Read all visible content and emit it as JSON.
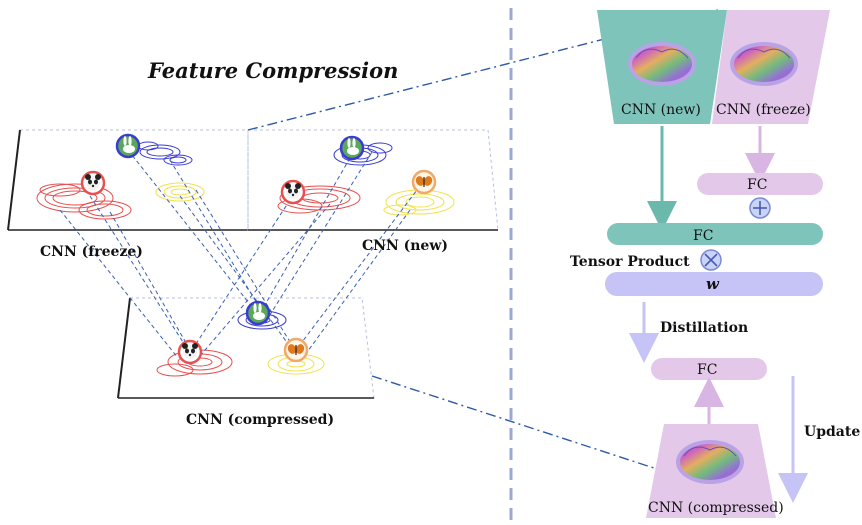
{
  "left": {
    "title": "Feature Compression",
    "planes": {
      "freeze_label": "CNN (freeze)",
      "new_label": "CNN (new)",
      "compressed_label": "CNN (compressed)"
    },
    "icons": {
      "panda": "panda-icon",
      "rabbit": "rabbit-icon",
      "butterfly": "butterfly-icon"
    }
  },
  "right": {
    "cnn_new": "CNN (new)",
    "cnn_freeze": "CNN (freeze)",
    "fc_freeze": "FC",
    "fc_new": "FC",
    "tensor_product": "Tensor Product",
    "w_label": "w",
    "distillation": "Distillation",
    "fc_compressed": "FC",
    "update": "Update",
    "cnn_compressed": "CNN (compressed)"
  },
  "colors": {
    "teal": "#7fc4bb",
    "lilac": "#e3c8ea",
    "purple_bar": "#c6c3f6",
    "axis_dash": "#9aa9d4",
    "panda_contour": "#e84f4f",
    "rabbit_contour": "#3b3bd0",
    "butterfly_contour": "#f2e24a"
  }
}
